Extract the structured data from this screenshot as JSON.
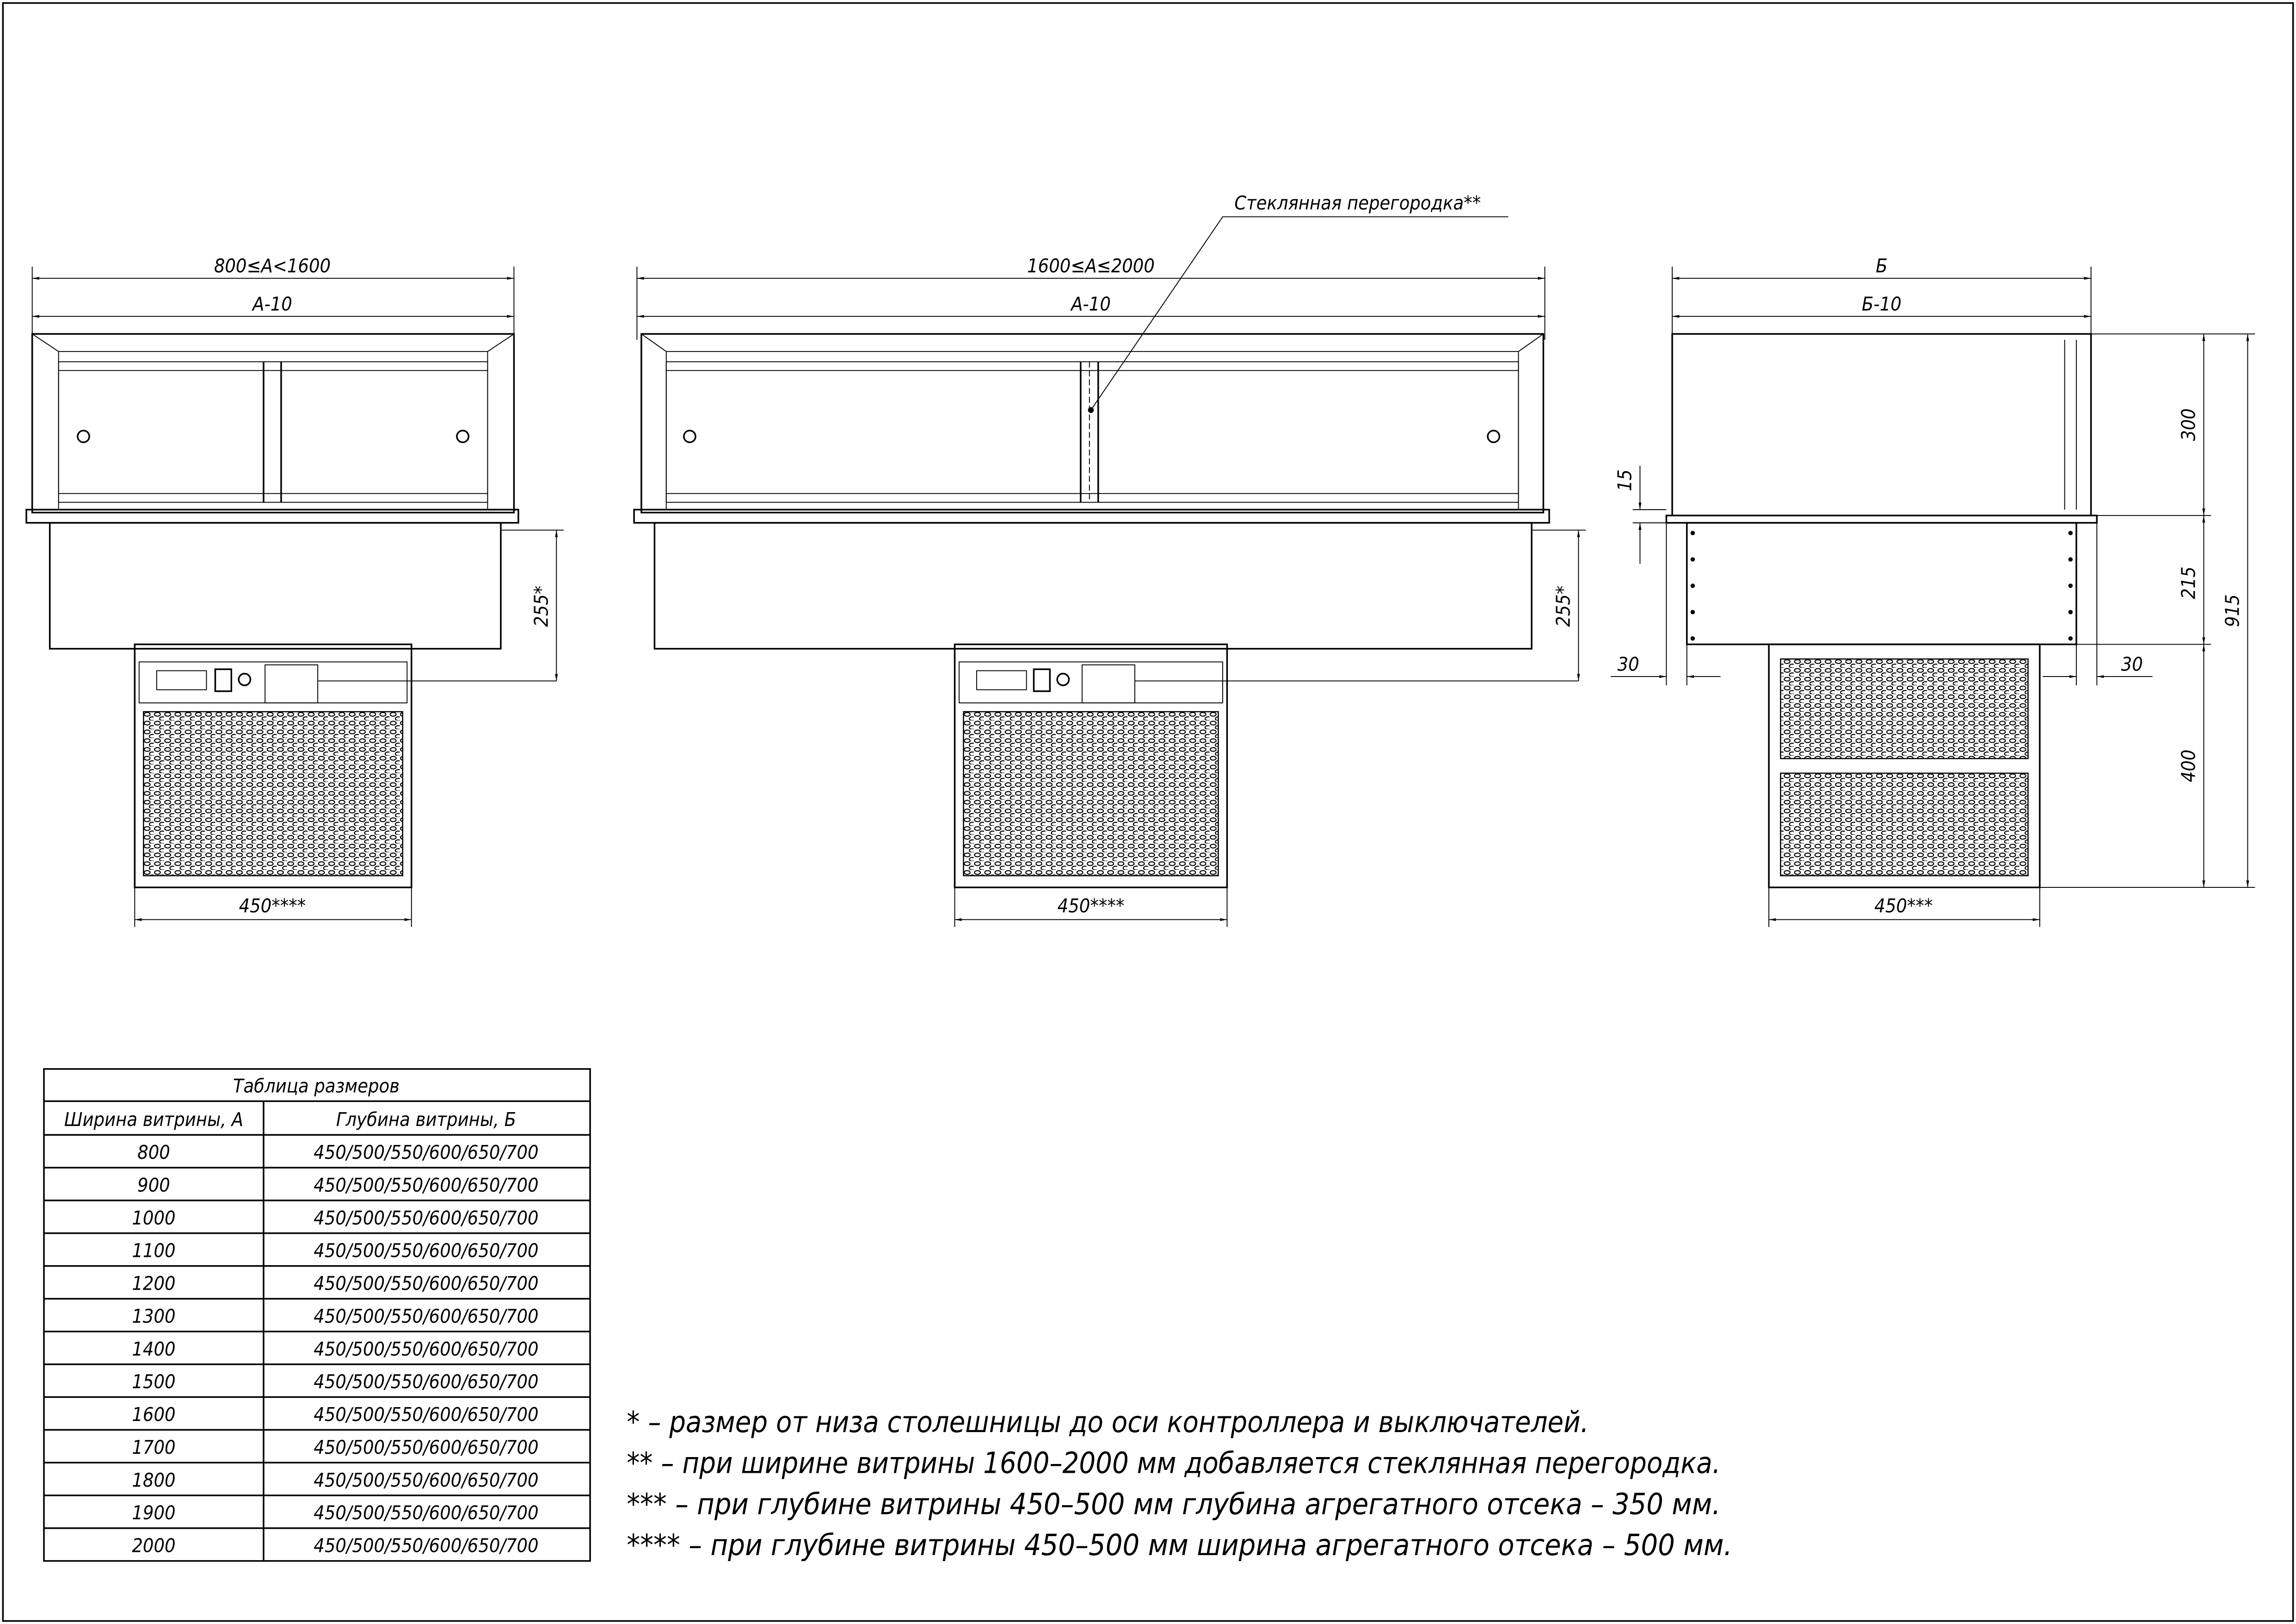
{
  "views": {
    "narrow": {
      "overall_width": "800≤A<1600",
      "inner_width": "A-10",
      "controller_height": "255*",
      "unit_width": "450****"
    },
    "wide": {
      "overall_width": "1600≤A≤2000",
      "inner_width": "A-10",
      "controller_height": "255*",
      "unit_width": "450****",
      "glass_partition_label": "Стеклянная перегородка**"
    },
    "side": {
      "overall_depth": "Б",
      "inner_depth": "Б-10",
      "top_height": "300",
      "counter_thickness": "15",
      "tub_height": "215",
      "unit_height": "400",
      "total_height": "915",
      "left_offset": "30",
      "right_offset": "30",
      "unit_depth": "450***"
    }
  },
  "table": {
    "title": "Таблица размеров",
    "headers": [
      "Ширина витрины, А",
      "Глубина витрины, Б"
    ],
    "rows": [
      [
        "800",
        "450/500/550/600/650/700"
      ],
      [
        "900",
        "450/500/550/600/650/700"
      ],
      [
        "1000",
        "450/500/550/600/650/700"
      ],
      [
        "1100",
        "450/500/550/600/650/700"
      ],
      [
        "1200",
        "450/500/550/600/650/700"
      ],
      [
        "1300",
        "450/500/550/600/650/700"
      ],
      [
        "1400",
        "450/500/550/600/650/700"
      ],
      [
        "1500",
        "450/500/550/600/650/700"
      ],
      [
        "1600",
        "450/500/550/600/650/700"
      ],
      [
        "1700",
        "450/500/550/600/650/700"
      ],
      [
        "1800",
        "450/500/550/600/650/700"
      ],
      [
        "1900",
        "450/500/550/600/650/700"
      ],
      [
        "2000",
        "450/500/550/600/650/700"
      ]
    ]
  },
  "notes": [
    "* – размер от низа столешницы до оси контроллера и выключателей.",
    "** – при ширине витрины 1600–2000 мм добавляется стеклянная перегородка.",
    "*** – при глубине витрины 450–500 мм глубина агрегатного отсека – 350 мм.",
    "**** – при глубине витрины 450–500 мм ширина агрегатного отсека – 500 мм."
  ]
}
